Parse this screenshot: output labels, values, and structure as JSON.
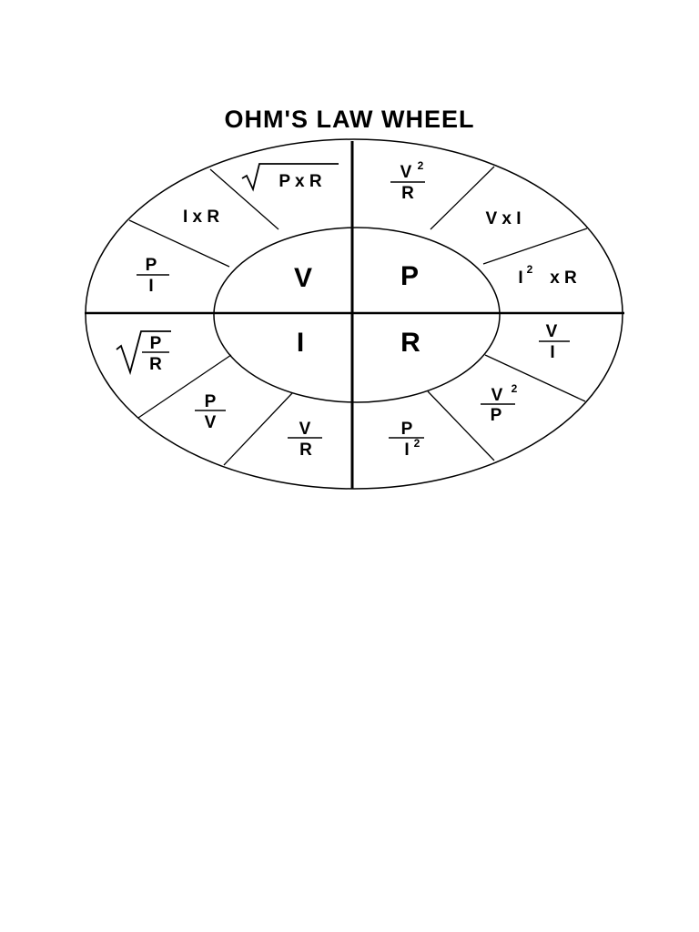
{
  "title": "OHM'S LAW WHEEL",
  "center": {
    "v": "V",
    "p": "P",
    "i": "I",
    "r": "R"
  },
  "formulas": {
    "v_sqrt_pr": "P x R",
    "v_ir": "I x R",
    "v_p_over_i": {
      "num": "P",
      "den": "I"
    },
    "p_v2_over_r": {
      "num": "V",
      "exp": "2",
      "den": "R"
    },
    "p_vi": "V x I",
    "p_i2r": {
      "base": "I",
      "exp": "2",
      "rest": "x R"
    },
    "r_v_over_i": {
      "num": "V",
      "den": "I"
    },
    "r_v2_over_p": {
      "num": "V",
      "exp": "2",
      "den": "P"
    },
    "r_p_over_i2": {
      "num": "P",
      "den": "I",
      "exp": "2"
    },
    "i_v_over_r": {
      "num": "V",
      "den": "R"
    },
    "i_p_over_v": {
      "num": "P",
      "den": "V"
    },
    "i_sqrt_p_over_r": {
      "num": "P",
      "den": "R"
    }
  }
}
